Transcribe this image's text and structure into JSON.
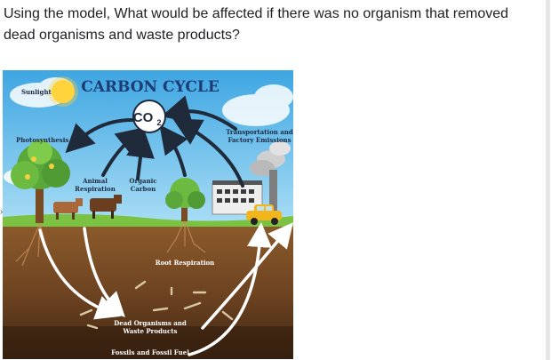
{
  "question": {
    "text": "Using the model, What would be affected if there was no organism that removed\ndead organisms and waste products?"
  },
  "diagram": {
    "title": "CARBON CYCLE",
    "co2_label": "CO",
    "co2_subscript": "2",
    "labels": {
      "sunlight": "Sunlight",
      "photosynthesis": "Photosynthesis",
      "animal_respiration_1": "Animal",
      "animal_respiration_2": "Respiration",
      "organic_carbon_1": "Organic",
      "organic_carbon_2": "Carbon",
      "transportation_1": "Transportation and",
      "transportation_2": "Factory Emissions",
      "root_respiration": "Root Respiration",
      "dead_organisms_1": "Dead Organisms and",
      "dead_organisms_2": "Waste Products",
      "fossils": "Fossils and Fossil Fuel"
    },
    "colors": {
      "sky": "#4fb3e8",
      "sky_light": "#a9dcf6",
      "grass": "#7cc242",
      "soil_top": "#8a5a2b",
      "soil_mid": "#6b4220",
      "soil_deep": "#3f2612",
      "arrow_dark": "#1f2a3a",
      "title": "#1e3c74",
      "sun": "#ffd33d"
    }
  }
}
